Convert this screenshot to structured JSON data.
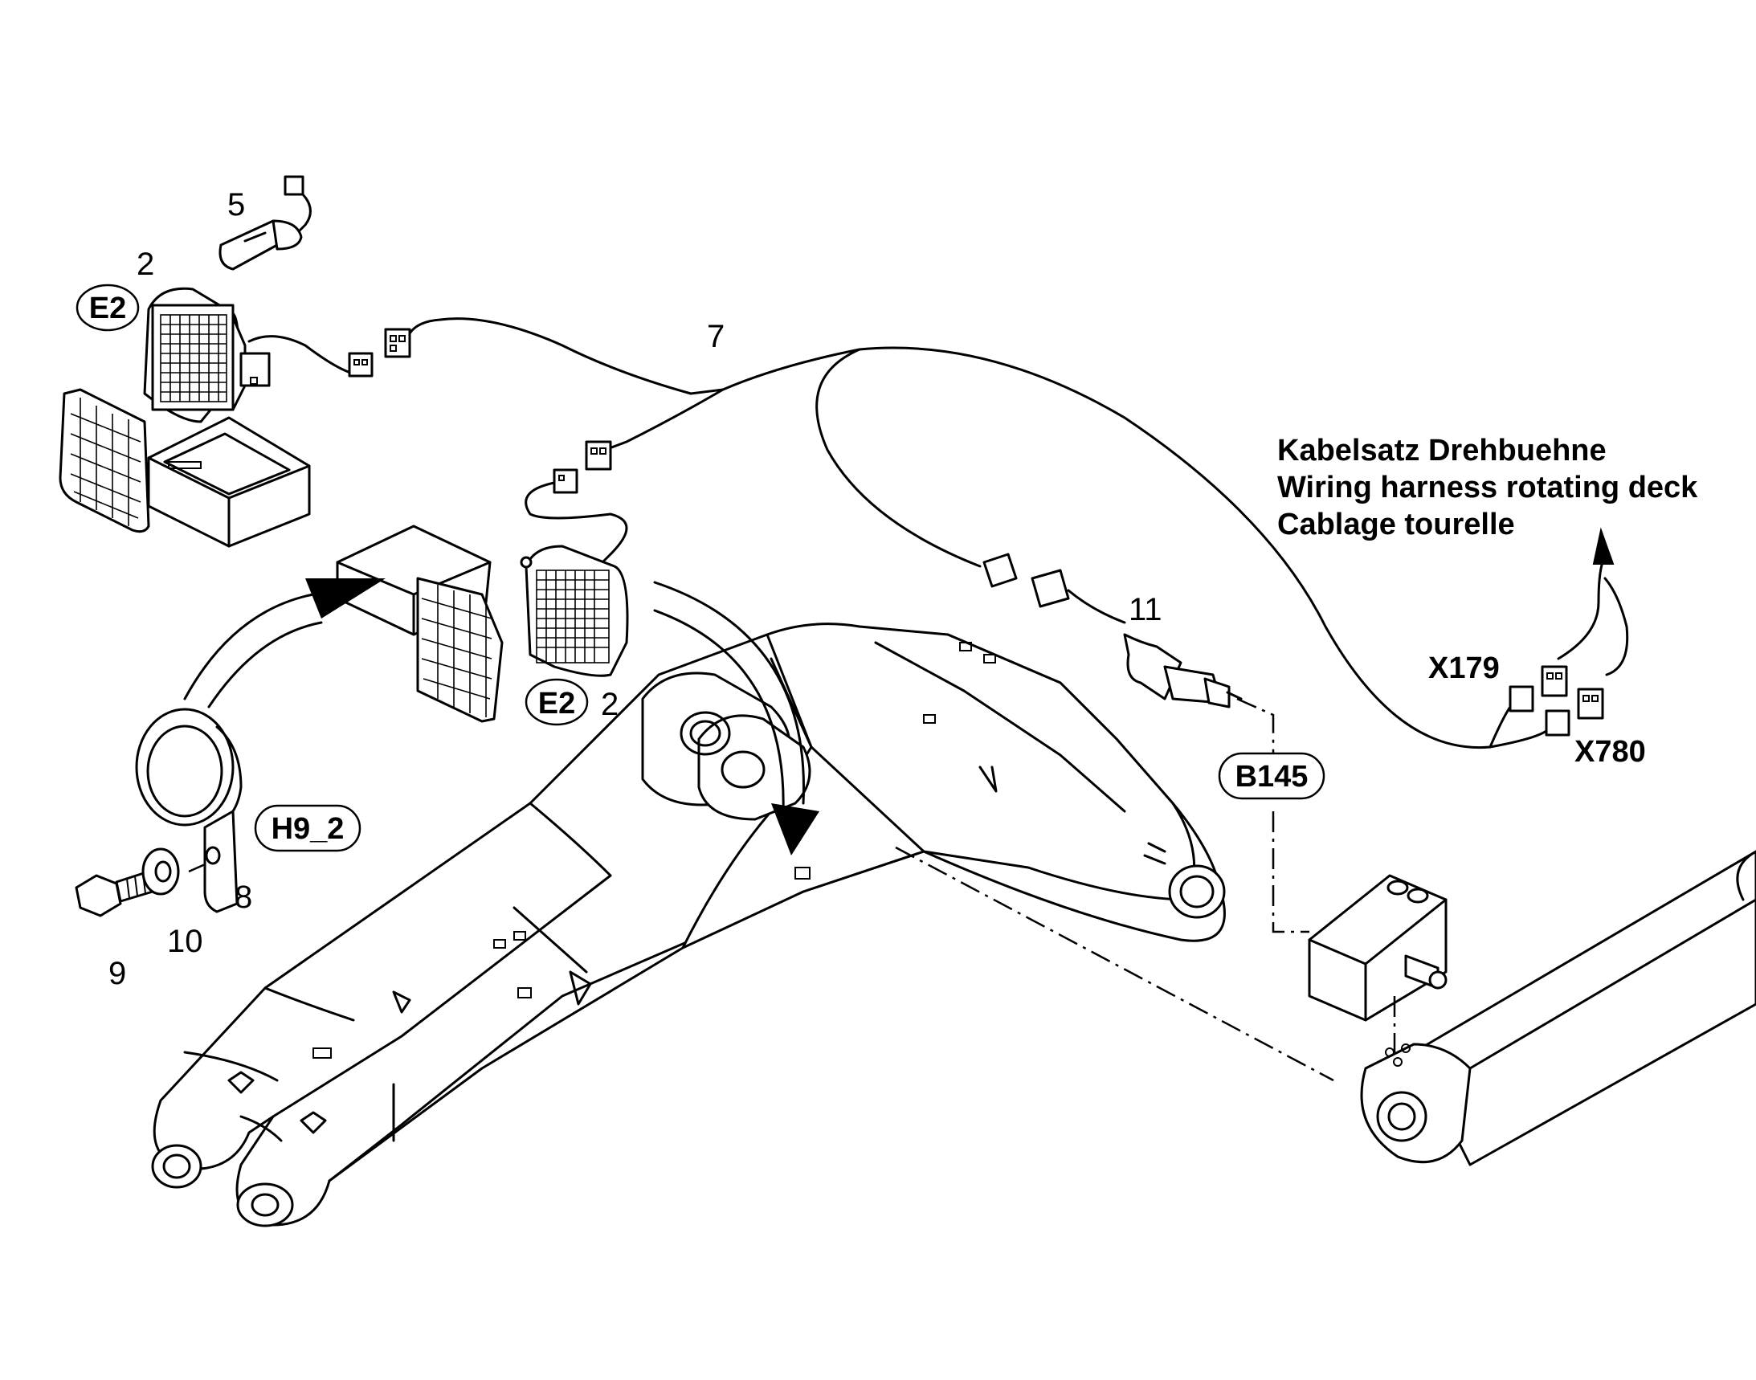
{
  "callouts": {
    "item_5": "5",
    "item_2_top": "2",
    "item_7": "7",
    "item_11": "11",
    "item_2_mid": "2",
    "item_8": "8",
    "item_10": "10",
    "item_9": "9"
  },
  "bubbles": {
    "e2_top": "E2",
    "e2_mid": "E2",
    "h9_2": "H9_2",
    "b145": "B145"
  },
  "connectors": {
    "x179": "X179",
    "x780": "X780"
  },
  "harness_note": {
    "line1": "Kabelsatz Drehbuehne",
    "line2": "Wiring harness rotating deck",
    "line3": "Cablage tourelle"
  }
}
